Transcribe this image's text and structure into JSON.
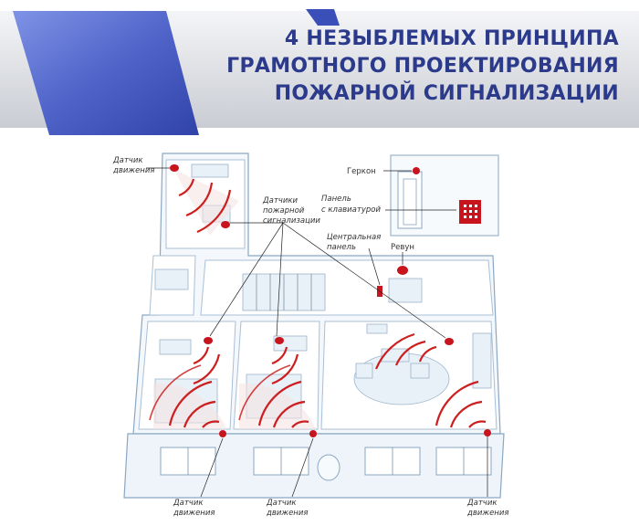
{
  "header": {
    "title_lines": [
      "4 НЕЗЫБЛЕМЫХ ПРИНЦИПА",
      "ГРАМОТНОГО ПРОЕКТИРОВАНИЯ",
      "ПОЖАРНОЙ СИГНАЛИЗАЦИИ"
    ]
  },
  "labels": {
    "motion_top_1": "Датчик",
    "motion_top_2": "движения",
    "fire_1": "Датчики",
    "fire_2": "пожарной",
    "fire_3": "сигнализации",
    "gerkon": "Геркон",
    "panel_kb_1": "Панель",
    "panel_kb_2": "с клавиатурой",
    "central_1": "Центральная",
    "central_2": "панель",
    "siren": "Ревун",
    "motion_b1_1": "Датчик",
    "motion_b1_2": "движения",
    "motion_b2_1": "Датчик",
    "motion_b2_2": "движения",
    "motion_b3_1": "Датчик",
    "motion_b3_2": "движения"
  },
  "colors": {
    "title": "#2c3a8c",
    "banner_blue": "#5a6fd0",
    "sensor_red": "#c8141c"
  }
}
